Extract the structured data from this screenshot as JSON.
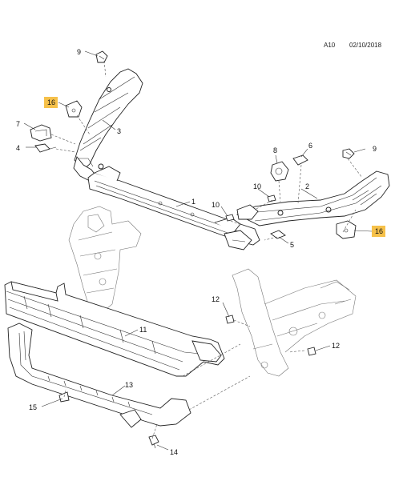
{
  "header": {
    "code": "A10",
    "date": "02/10/2018"
  },
  "callouts": {
    "c1": "1",
    "c2": "2",
    "c3": "3",
    "c4": "4",
    "c5": "5",
    "c6": "6",
    "c7": "7",
    "c8": "8",
    "c9_top": "9",
    "c9_right": "9",
    "c10_left": "10",
    "c10_right": "10",
    "c11": "11",
    "c12_left": "12",
    "c12_right": "12",
    "c13": "13",
    "c14": "14",
    "c15": "15",
    "c16_left": "16",
    "c16_right": "16"
  },
  "colors": {
    "highlight": "#f6c14a",
    "line": "#222222"
  }
}
